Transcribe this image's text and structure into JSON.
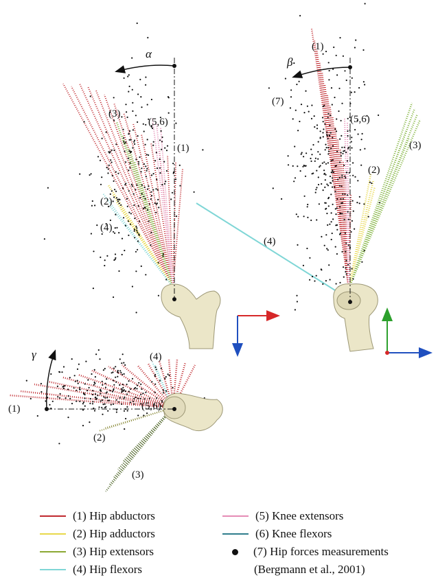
{
  "views": {
    "frontal": {
      "angle_label": "α",
      "labels": {
        "abductors": "(1)",
        "adductors": "(2)",
        "extensors": "(3)",
        "flexors": "(4)",
        "knee": "(5,6)"
      }
    },
    "sagittal": {
      "angle_label": "β",
      "labels": {
        "abductors": "(1)",
        "adductors": "(2)",
        "extensors": "(3)",
        "flexors": "(4)",
        "knee": "(5,6)",
        "measurements": "(7)"
      }
    },
    "transverse": {
      "angle_label": "γ",
      "labels": {
        "abductors": "(1)",
        "adductors": "(2)",
        "extensors": "(3)",
        "flexors": "(4)",
        "knee": "(5,6)"
      }
    }
  },
  "axis_colors": {
    "x": "#d62728",
    "y": "#2ca02c",
    "z": "#1f4fbf"
  },
  "muscle_colors": {
    "abductors": "#c0282e",
    "adductors": "#e8d84a",
    "extensors": "#7fb23a",
    "flexors": "#7fd6d6",
    "knee_extensors": "#e58bb5",
    "knee_flexors": "#2e7d8c",
    "measurements": "#111111",
    "bone": "#ebe6c8"
  },
  "legend": {
    "items": [
      {
        "label": "(1) Hip abductors",
        "color": "#c0282e"
      },
      {
        "label": "(2) Hip adductors",
        "color": "#e8d84a"
      },
      {
        "label": "(3) Hip extensors",
        "color": "#8aa832"
      },
      {
        "label": "(4) Hip flexors",
        "color": "#7fd6d6"
      },
      {
        "label": "(5) Knee extensors",
        "color": "#e58bb5"
      },
      {
        "label": "(6) Knee flexors",
        "color": "#2e7d8c"
      },
      {
        "label": "(7) Hip forces measurements",
        "color": "#111111"
      }
    ],
    "citation": "(Bergmann et al., 2001)"
  }
}
